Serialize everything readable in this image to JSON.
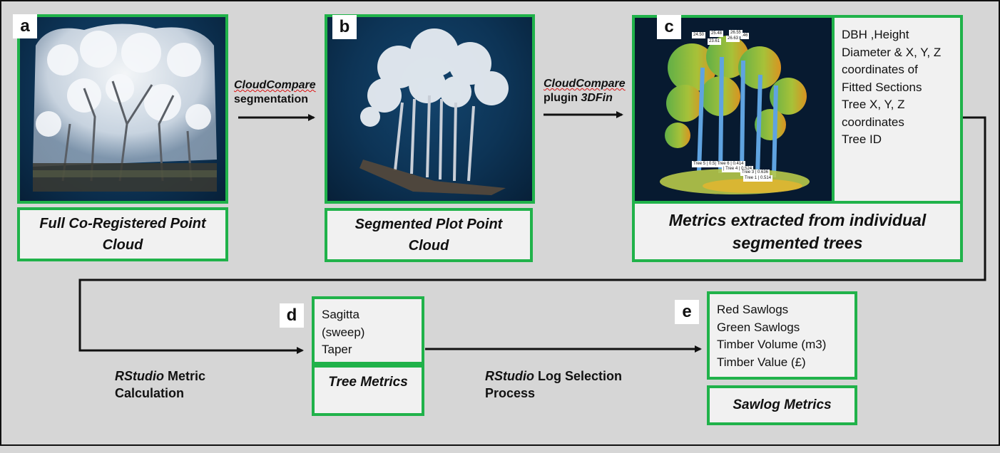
{
  "panels": {
    "a": {
      "letter": "a",
      "caption_line1": "Full Co-Registered Point",
      "caption_line2": "Cloud"
    },
    "b": {
      "letter": "b",
      "caption_line1": "Segmented Plot Point",
      "caption_line2": "Cloud"
    },
    "c": {
      "letter": "c",
      "caption_line1": "Metrics extracted from individual",
      "caption_line2": "segmented trees",
      "metrics": [
        "DBH ,Height",
        "Diameter & X, Y, Z",
        "coordinates of",
        "Fitted Sections",
        "Tree X, Y, Z",
        "coordinates",
        "Tree ID"
      ],
      "height_tags": [
        "24.50",
        "25.48",
        "23.61",
        "26.55",
        "26.63",
        ".46"
      ],
      "tree_tags": [
        "Tree 5 | 0.5| Tree 6 | 0.414",
        "| Tree 4 | 0.524",
        "Tree 3 | 0.636",
        "Tree 1 | 0.514"
      ]
    },
    "d": {
      "letter": "d",
      "metrics": [
        "Sagitta",
        "(sweep)",
        "Taper"
      ],
      "caption": "Tree Metrics"
    },
    "e": {
      "letter": "e",
      "metrics": [
        "Red Sawlogs",
        "Green Sawlogs",
        "Timber Volume (m3)",
        "Timber Value (£)"
      ],
      "caption": "Sawlog Metrics"
    }
  },
  "arrows": {
    "ab": {
      "tool": "CloudCompare",
      "action": "segmentation"
    },
    "bc": {
      "tool": "CloudCompare",
      "action_prefix": "plugin ",
      "plugin": "3DFin"
    },
    "cd": {
      "tool": "RStudio",
      "action_suffix": " Metric",
      "line2": "Calculation"
    },
    "de": {
      "tool": "RStudio",
      "action_suffix": " Log Selection",
      "line2": "Process"
    }
  },
  "colors": {
    "accent_green": "#20b24a",
    "panel_bg": "#f1f1f1",
    "image_bg": "#0d3456",
    "canvas": "#d6d6d6"
  }
}
